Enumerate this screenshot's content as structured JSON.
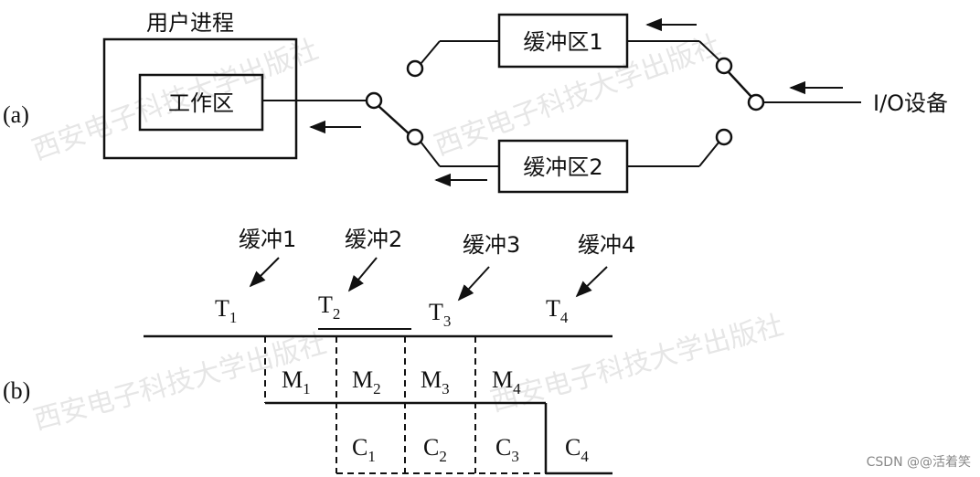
{
  "part_a": {
    "label": "(a)",
    "process_title": "用户进程",
    "work_area": "工作区",
    "buffer1": "缓冲区1",
    "buffer2": "缓冲区2",
    "device": "I/O设备"
  },
  "part_b": {
    "label": "(b)",
    "buffer_labels": [
      "缓冲1",
      "缓冲2",
      "缓冲3",
      "缓冲4"
    ],
    "t_labels": [
      {
        "main": "T",
        "sub": "1"
      },
      {
        "main": "T",
        "sub": "2"
      },
      {
        "main": "T",
        "sub": "3"
      },
      {
        "main": "T",
        "sub": "4"
      }
    ],
    "m_labels": [
      {
        "main": "M",
        "sub": "1"
      },
      {
        "main": "M",
        "sub": "2"
      },
      {
        "main": "M",
        "sub": "3"
      },
      {
        "main": "M",
        "sub": "4"
      }
    ],
    "c_labels": [
      {
        "main": "C",
        "sub": "1"
      },
      {
        "main": "C",
        "sub": "2"
      },
      {
        "main": "C",
        "sub": "3"
      },
      {
        "main": "C",
        "sub": "4"
      }
    ]
  },
  "watermarks": [
    "西安电子科技大学出版社",
    "西安电子科技大学出版社",
    "西安电子科技大学出版社",
    "西安电子科技大学出版社"
  ],
  "credit": "CSDN @@活着笑"
}
